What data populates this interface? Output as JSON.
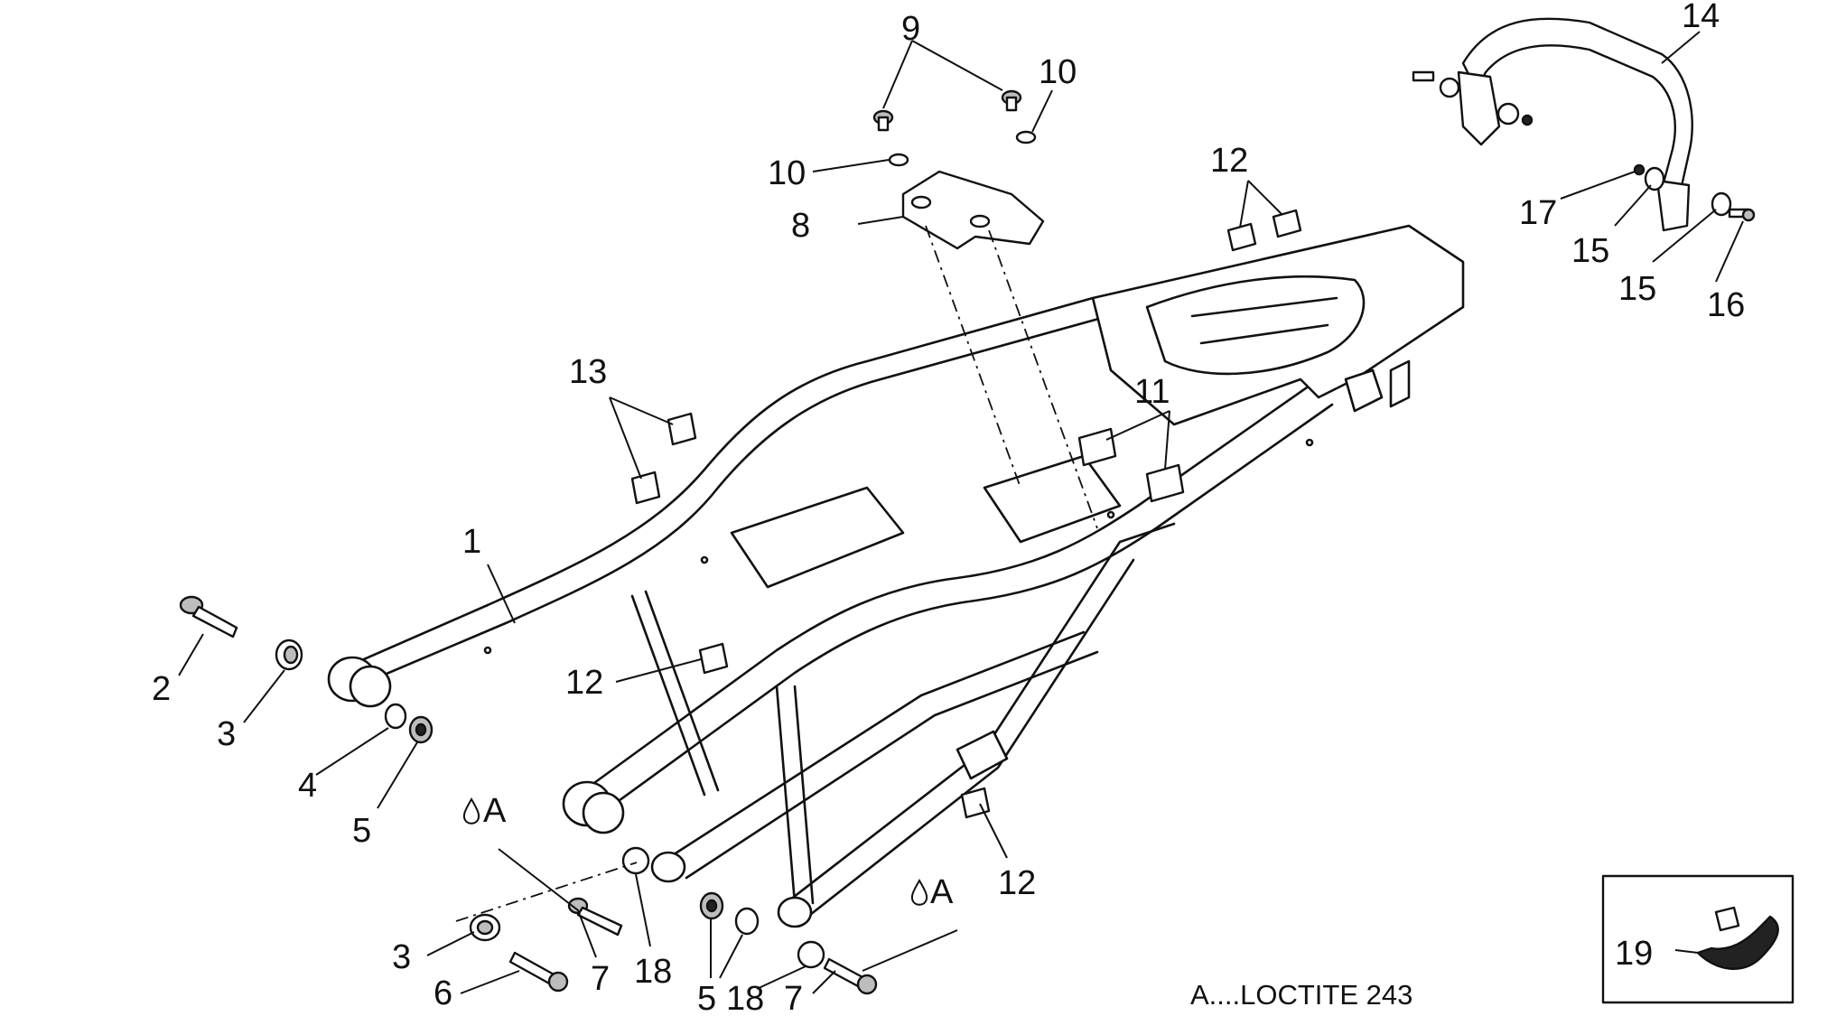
{
  "diagram": {
    "callouts": [
      {
        "id": "c1",
        "text": "1"
      },
      {
        "id": "c2",
        "text": "2"
      },
      {
        "id": "c3a",
        "text": "3"
      },
      {
        "id": "c3b",
        "text": "3"
      },
      {
        "id": "c4",
        "text": "4"
      },
      {
        "id": "c5a",
        "text": "5"
      },
      {
        "id": "c5b",
        "text": "5"
      },
      {
        "id": "c6",
        "text": "6"
      },
      {
        "id": "c7a",
        "text": "7"
      },
      {
        "id": "c7b",
        "text": "7"
      },
      {
        "id": "c8",
        "text": "8"
      },
      {
        "id": "c9",
        "text": "9"
      },
      {
        "id": "c10a",
        "text": "10"
      },
      {
        "id": "c10b",
        "text": "10"
      },
      {
        "id": "c11",
        "text": "11"
      },
      {
        "id": "c12a",
        "text": "12"
      },
      {
        "id": "c12b",
        "text": "12"
      },
      {
        "id": "c12c",
        "text": "12"
      },
      {
        "id": "c13",
        "text": "13"
      },
      {
        "id": "c14",
        "text": "14"
      },
      {
        "id": "c15a",
        "text": "15"
      },
      {
        "id": "c15b",
        "text": "15"
      },
      {
        "id": "c16",
        "text": "16"
      },
      {
        "id": "c17",
        "text": "17"
      },
      {
        "id": "c18a",
        "text": "18"
      },
      {
        "id": "c18b",
        "text": "18"
      },
      {
        "id": "c19",
        "text": "19"
      }
    ],
    "loctite_marks": [
      {
        "id": "la1",
        "text": "A"
      },
      {
        "id": "la2",
        "text": "A"
      }
    ],
    "legend": "A....LOCTITE 243"
  }
}
